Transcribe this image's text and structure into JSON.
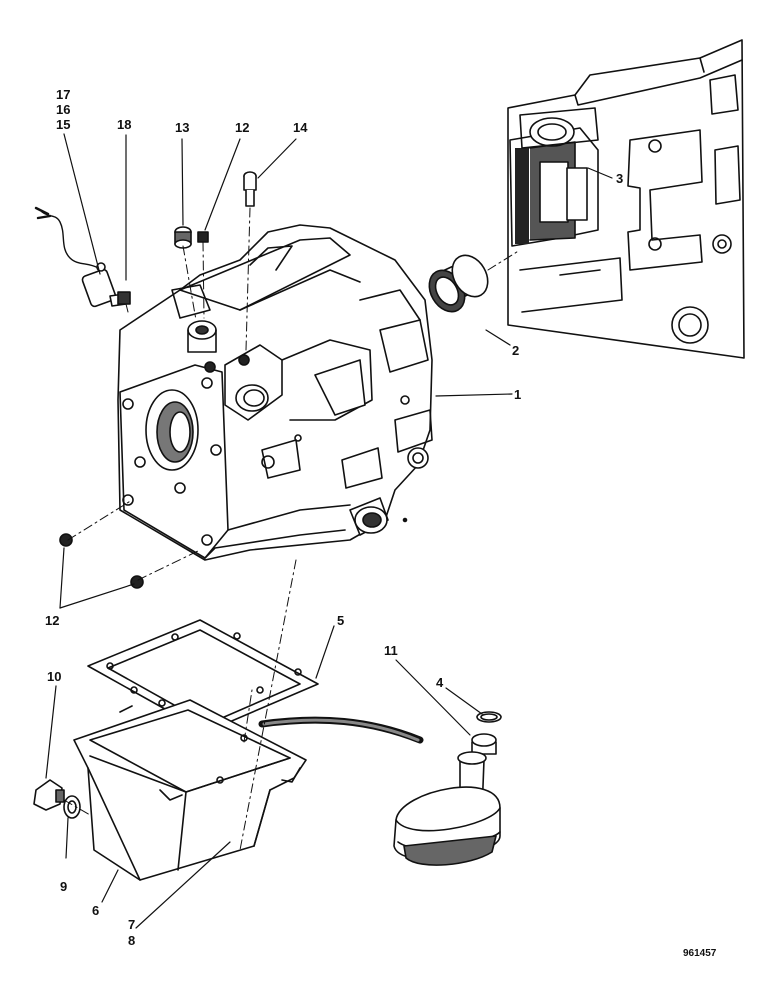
{
  "figure_code": "961457",
  "callouts": [
    {
      "id": "c17",
      "text": "17"
    },
    {
      "id": "c16",
      "text": "16"
    },
    {
      "id": "c15",
      "text": "15"
    },
    {
      "id": "c18",
      "text": "18"
    },
    {
      "id": "c13",
      "text": "13"
    },
    {
      "id": "c12a",
      "text": "12"
    },
    {
      "id": "c14",
      "text": "14"
    },
    {
      "id": "c3",
      "text": "3"
    },
    {
      "id": "c2",
      "text": "2"
    },
    {
      "id": "c1",
      "text": "1"
    },
    {
      "id": "c12b",
      "text": "12"
    },
    {
      "id": "c5",
      "text": "5"
    },
    {
      "id": "c11",
      "text": "11"
    },
    {
      "id": "c4",
      "text": "4"
    },
    {
      "id": "c10",
      "text": "10"
    },
    {
      "id": "c9",
      "text": "9"
    },
    {
      "id": "c6",
      "text": "6"
    },
    {
      "id": "c7",
      "text": "7"
    },
    {
      "id": "c8",
      "text": "8"
    }
  ]
}
